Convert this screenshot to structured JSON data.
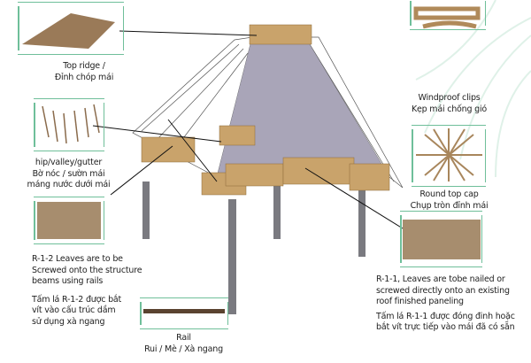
{
  "components": {
    "top_ridge": {
      "en": "Top ridge /",
      "vi": "Đỉnh chóp mái"
    },
    "hip_valley_gutter": {
      "en": "hip/valley/gutter",
      "vi1": "Bờ nóc / sườn mái",
      "vi2": "máng nước dưới mái"
    },
    "windproof_clips": {
      "en": "Windproof clips",
      "vi": "Kẹp mái chống gió"
    },
    "round_top_cap": {
      "en": "Round top cap",
      "vi": "Chụp tròn đỉnh mái"
    },
    "rail": {
      "en": "Rail",
      "vi": "Rui / Mè / Xà ngang"
    }
  },
  "notes": {
    "r12": {
      "en": [
        "R-1-2 Leaves are to be",
        "Screwed onto the structure",
        "beams using rails"
      ],
      "vi": [
        "Tấm lá R-1-2 được bắt",
        "vít vào cấu trúc dầm",
        "sử dụng xà ngang"
      ]
    },
    "r11": {
      "en": [
        "R-1-1, Leaves are tobe nailed or",
        "screwed directly onto an existing",
        "roof finished paneling"
      ],
      "vi": [
        "Tấm lá R-1-1 được đóng đinh hoặc",
        "bắt vít trực tiếp vào mái đã có sẵn"
      ]
    }
  },
  "colors": {
    "thatch": "#b8925a",
    "roof": "#a9a5b8",
    "frame": "#6fbf9a",
    "post": "#7a7a80"
  }
}
